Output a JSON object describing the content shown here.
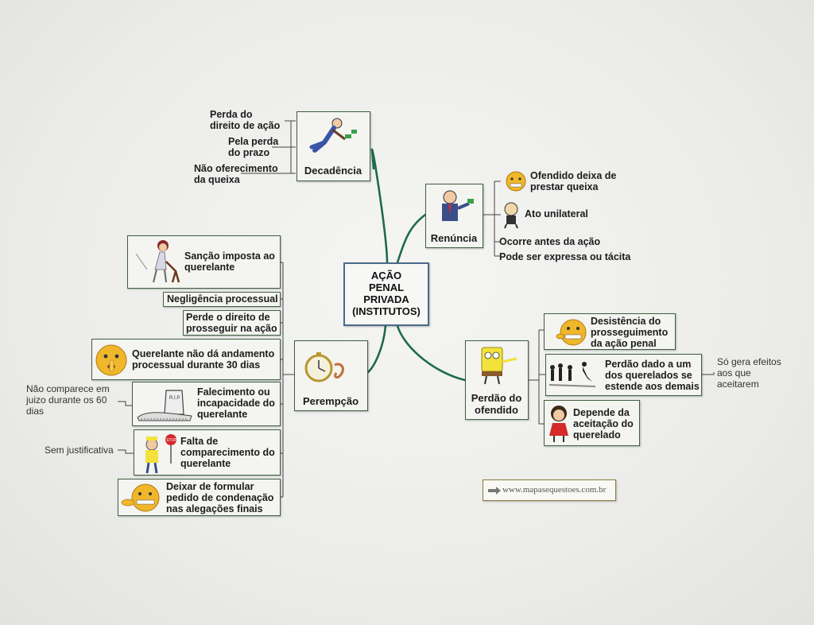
{
  "center": {
    "title": [
      "AÇÃO",
      "PENAL",
      "PRIVADA",
      "(INSTITUTOS)"
    ]
  },
  "decadencia": {
    "label": "Decadência",
    "items": [
      [
        "Perda do",
        "direito de ação"
      ],
      [
        "Pela perda",
        "do prazo"
      ],
      [
        "Não oferecimento",
        "da queixa"
      ]
    ]
  },
  "renuncia": {
    "label": "Renúncia",
    "items": [
      [
        "Ofendido deixa de",
        "prestar queixa"
      ],
      [
        "Ato unilateral"
      ],
      [
        "Ocorre antes da ação"
      ],
      [
        "Pode ser expressa ou tácita"
      ]
    ]
  },
  "perdao": {
    "label": [
      "Perdão do",
      "ofendido"
    ],
    "items": [
      [
        "Desistência do",
        "prosseguimento",
        "da ação penal"
      ],
      [
        "Perdão dado a um",
        "dos querelados se",
        "estende aos demais"
      ],
      [
        "Depende da",
        "aceitação do",
        "querelado"
      ]
    ],
    "note": [
      "Só gera efeitos",
      "aos que",
      "aceitarem"
    ]
  },
  "perempcao": {
    "label": "Perempção",
    "items": [
      [
        "Sanção imposta ao",
        "querelante"
      ],
      [
        "Negligência processual"
      ],
      [
        "Perde o direito de",
        "prosseguir na ação"
      ],
      [
        "Querelante não dá andamento",
        "processual durante 30 dias"
      ],
      [
        "Falecimento ou",
        "incapacidade do",
        "querelante"
      ],
      [
        "Falta de",
        "comparecimento do",
        "querelante"
      ],
      [
        "Deixar de formular",
        "pedido de condenação",
        "nas alegações finais"
      ]
    ],
    "notes": {
      "falecimento": [
        "Não comparece em",
        "juizo durante os 60",
        "dias"
      ],
      "falta": [
        "Sem justificativa"
      ]
    }
  },
  "watermark": "www.mapasequestoes.com.br",
  "colors": {
    "connector": "#1f6b4a",
    "box_border": "#3f5f3f",
    "line": "#444444"
  }
}
